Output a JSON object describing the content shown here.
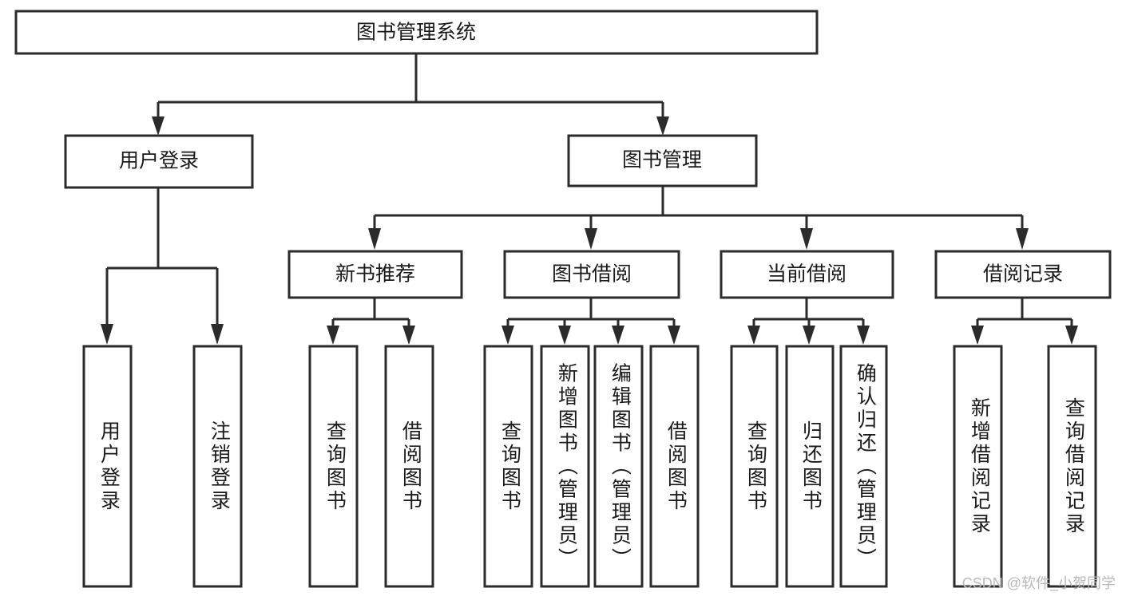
{
  "diagram": {
    "type": "tree",
    "title": "图书管理系统",
    "watermark": "CSDN @软件_小贺同学",
    "colors": {
      "node_fill": "#ffffff",
      "node_stroke": "#2b2b2b",
      "connector": "#2b2b2b",
      "text": "#1a1a1a",
      "watermark": "#b9b9b9"
    },
    "nodes": {
      "root": {
        "label": "图书管理系统"
      },
      "level2": [
        {
          "label": "用户登录"
        },
        {
          "label": "图书管理"
        }
      ],
      "level3": [
        {
          "label": "新书推荐"
        },
        {
          "label": "图书借阅"
        },
        {
          "label": "当前借阅"
        },
        {
          "label": "借阅记录"
        }
      ],
      "leaves_user_login": [
        {
          "label": "用户登录"
        },
        {
          "label": "注销登录"
        }
      ],
      "leaves_new_book": [
        {
          "label": "查询图书"
        },
        {
          "label": "借阅图书"
        }
      ],
      "leaves_borrow": [
        {
          "label": "查询图书"
        },
        {
          "label": "新增图书（管理员）"
        },
        {
          "label": "编辑图书（管理员）"
        },
        {
          "label": "借阅图书"
        }
      ],
      "leaves_current": [
        {
          "label": "查询图书"
        },
        {
          "label": "归还图书"
        },
        {
          "label": "确认归还（管理员）"
        }
      ],
      "leaves_records": [
        {
          "label": "新增借阅记录"
        },
        {
          "label": "查询借阅记录"
        }
      ]
    }
  }
}
